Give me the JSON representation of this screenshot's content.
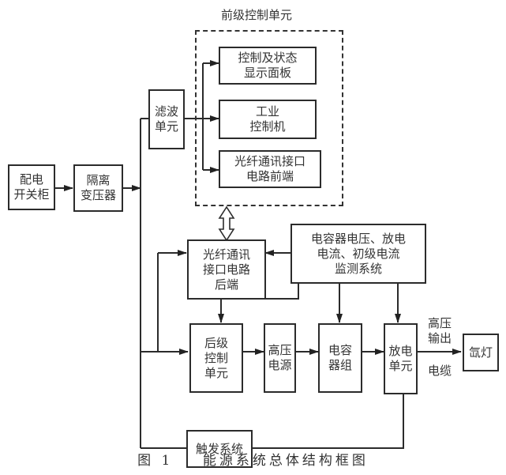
{
  "diagram": {
    "group_title": "前级控制单元",
    "nodes": {
      "switchgear": "配电\n开关柜",
      "isolation_transformer": "隔离\n变压器",
      "filter_unit": "滤波\n单元",
      "control_panel": "控制及状态\n显示面板",
      "industrial_pc": "工业\n控制机",
      "fiber_front": "光纤通讯接口\n电路前端",
      "fiber_back": "光纤通讯\n接口电路\n后端",
      "monitor_system": "电容器电压、放电\n电流、初级电流\n监测系统",
      "rear_control": "后级\n控制\n单元",
      "hv_supply": "高压\n电源",
      "capacitor_bank": "电容\n器组",
      "discharge_unit": "放电\n单元",
      "xenon_lamp": "氙灯",
      "trigger_system": "触发系统"
    },
    "edge_labels": {
      "hv_output": "高压\n输出",
      "cable": "电缆"
    },
    "caption": {
      "figure_no": "图 1",
      "title": "能源系统总体结构框图"
    }
  }
}
